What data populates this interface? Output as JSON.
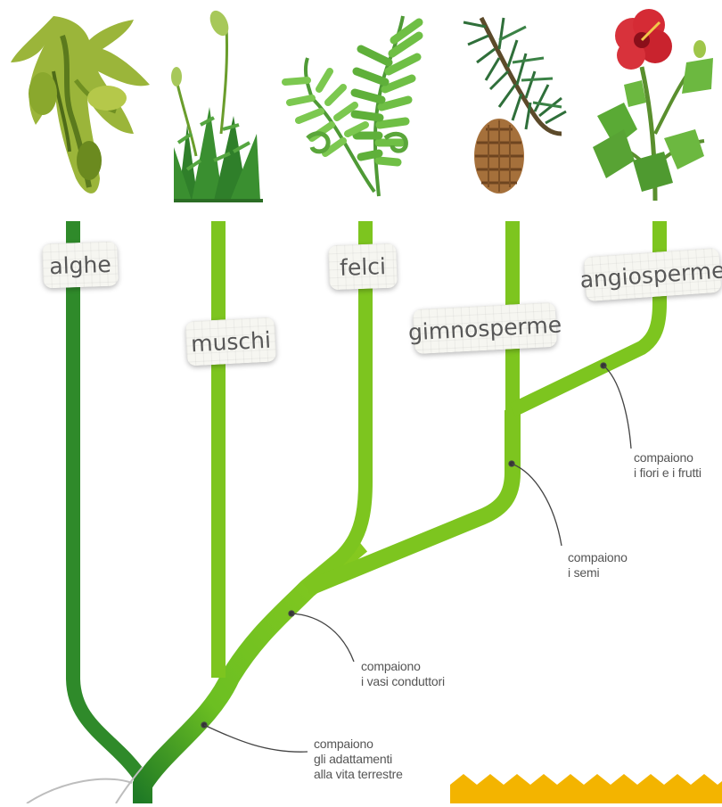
{
  "colors": {
    "algae_branch": "#2f8a2a",
    "main_branch": "#7dc51f",
    "pointer_line": "#444444",
    "zigzag": "#f3b400"
  },
  "groups": [
    {
      "id": "alghe",
      "label": "alghe",
      "icon": "algae-icon"
    },
    {
      "id": "muschi",
      "label": "muschi",
      "icon": "moss-icon"
    },
    {
      "id": "felci",
      "label": "felci",
      "icon": "fern-icon"
    },
    {
      "id": "gimnosperme",
      "label": "gimnosperme",
      "icon": "pine-cone-icon"
    },
    {
      "id": "angiosperme",
      "label": "angiosperme",
      "icon": "hibiscus-icon"
    }
  ],
  "annotations": [
    {
      "id": "terrestre",
      "lines": [
        "compaiono",
        "gli adattamenti",
        "alla vita terrestre"
      ]
    },
    {
      "id": "vasi",
      "lines": [
        "compaiono",
        "i vasi conduttori"
      ]
    },
    {
      "id": "semi",
      "lines": [
        "compaiono",
        "i semi"
      ]
    },
    {
      "id": "fiori",
      "lines": [
        "compaiono",
        "i fiori e i frutti"
      ]
    }
  ]
}
